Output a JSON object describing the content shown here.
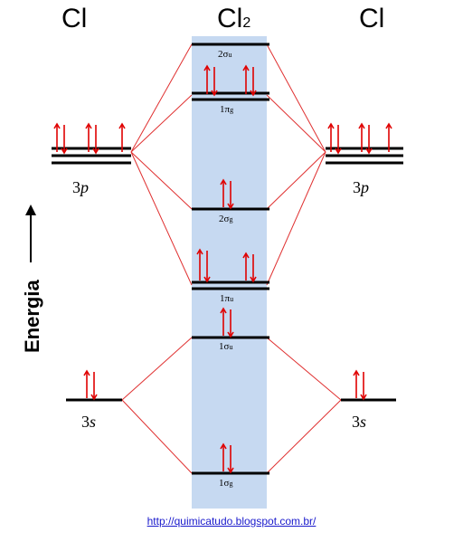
{
  "titles": {
    "left": "Cl",
    "center_main": "Cl",
    "center_sub": "2",
    "right": "Cl"
  },
  "axis": {
    "label": "Energia"
  },
  "atomic_orbitals": {
    "left_3p": {
      "main": "3",
      "it": "p",
      "electrons": 5
    },
    "left_3s": {
      "main": "3",
      "it": "s",
      "electrons": 2
    },
    "right_3p": {
      "main": "3",
      "it": "p",
      "electrons": 5
    },
    "right_3s": {
      "main": "3",
      "it": "s",
      "electrons": 2
    }
  },
  "molecular_orbitals": [
    {
      "key": "2su",
      "main": "2σ",
      "sub": "u",
      "electrons": 0
    },
    {
      "key": "1pg",
      "main": "1π",
      "sub": "g",
      "electrons": 4
    },
    {
      "key": "2sg",
      "main": "2σ",
      "sub": "g",
      "electrons": 2
    },
    {
      "key": "1pu",
      "main": "1π",
      "sub": "u",
      "electrons": 4
    },
    {
      "key": "1su",
      "main": "1σ",
      "sub": "u",
      "electrons": 2
    },
    {
      "key": "1sg",
      "main": "1σ",
      "sub": "g",
      "electrons": 2
    }
  ],
  "colors": {
    "band": "#c6d9f1",
    "connector": "#e03030",
    "electron": "#e00000",
    "link": "#1a1acc"
  },
  "source": {
    "url": "http://quimicatudo.blogspot.com.br/"
  }
}
